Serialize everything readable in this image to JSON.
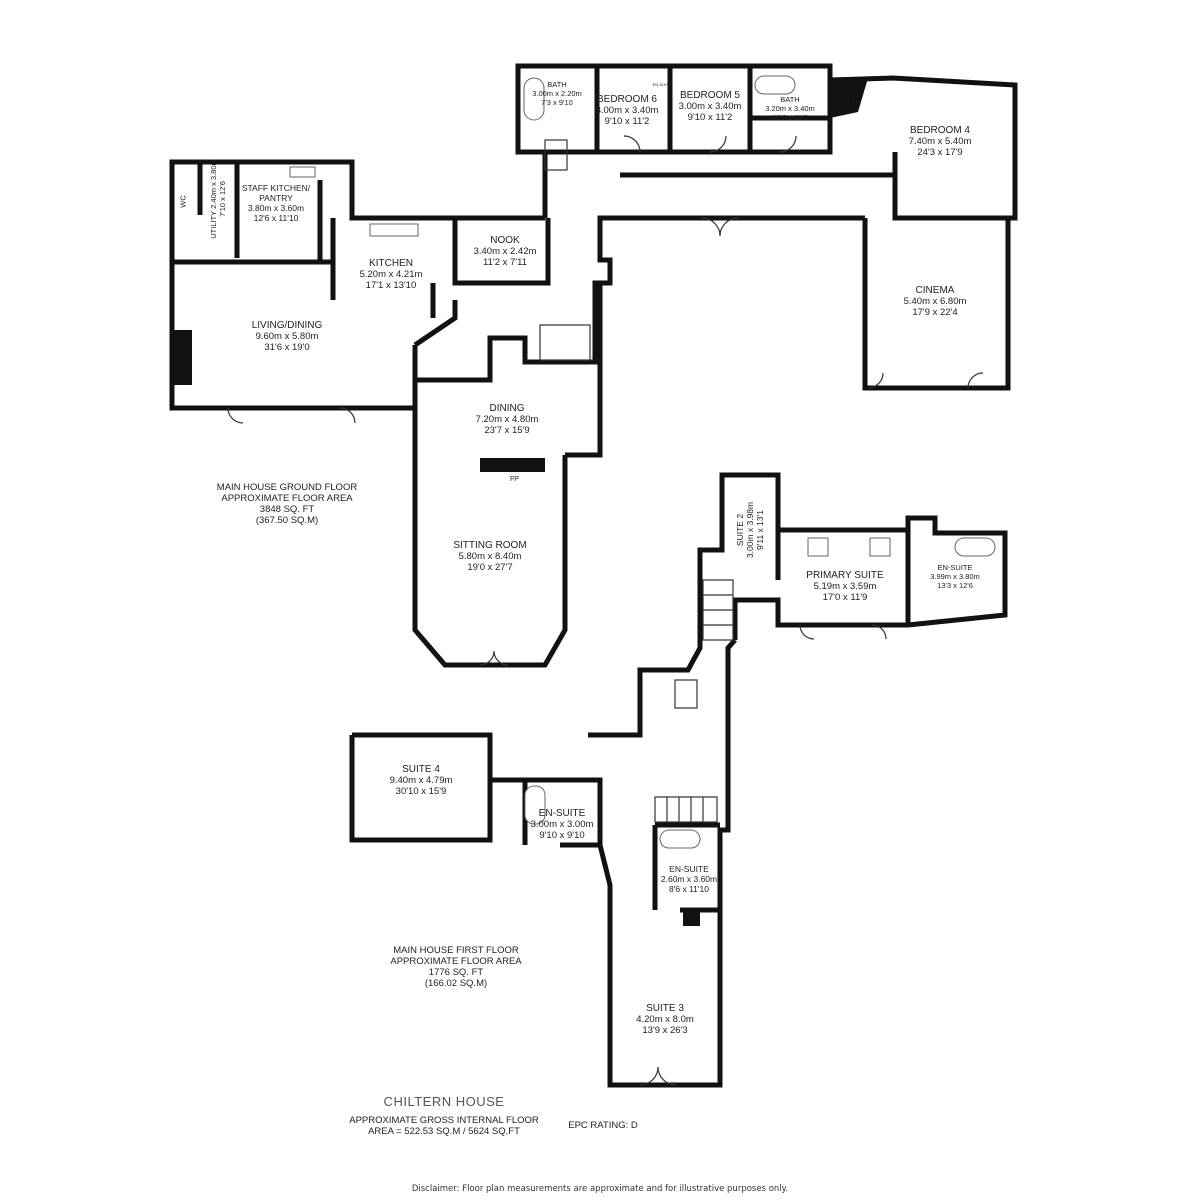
{
  "property_name": "CHILTERN HOUSE",
  "ground_floor": {
    "area_label": [
      "MAIN HOUSE GROUND FLOOR",
      "APPROXIMATE FLOOR AREA",
      "3848 SQ. FT",
      "(367.50 SQ.M)"
    ],
    "rooms": [
      {
        "name": "BATH",
        "metric": "3.00m x 2.20m",
        "imperial": "7'3 x 9'10"
      },
      {
        "name": "BEDROOM 6",
        "metric": "3.00m x 3.40m",
        "imperial": "9'10 x 11'2"
      },
      {
        "name": "EN-SUITE",
        "metric": "",
        "imperial": ""
      },
      {
        "name": "BEDROOM 5",
        "metric": "3.00m x 3.40m",
        "imperial": "9'10 x 11'2"
      },
      {
        "name": "BATH",
        "metric": "3.20m x 3.40m",
        "imperial": "10'6 x 11'2"
      },
      {
        "name": "BEDROOM 4",
        "metric": "7.40m x 5.40m",
        "imperial": "24'3 x 17'9"
      },
      {
        "name": "WC",
        "metric": "",
        "imperial": ""
      },
      {
        "name": "UTILITY",
        "metric": "2.40m x 3.80m",
        "imperial": "7'10 x 12'6"
      },
      {
        "name": "STAFF KITCHEN/ PANTRY",
        "metric": "3.80m x 3.60m",
        "imperial": "12'6 x 11'10"
      },
      {
        "name": "KITCHEN",
        "metric": "5.20m x 4.21m",
        "imperial": "17'1 x 13'10"
      },
      {
        "name": "NOOK",
        "metric": "3.40m x 2.42m",
        "imperial": "11'2 x 7'11"
      },
      {
        "name": "CINEMA",
        "metric": "5.40m x 6.80m",
        "imperial": "17'9 x 22'4"
      },
      {
        "name": "LIVING/DINING",
        "metric": "9.60m x 5.80m",
        "imperial": "31'6 x 19'0"
      },
      {
        "name": "DINING",
        "metric": "7.20m x 4.80m",
        "imperial": "23'7 x 15'9"
      },
      {
        "name": "SITTING ROOM",
        "metric": "5.80m x 8.40m",
        "imperial": "19'0 x 27'7"
      }
    ],
    "fireplace_label": "FP"
  },
  "first_floor": {
    "area_label": [
      "MAIN HOUSE FIRST FLOOR",
      "APPROXIMATE FLOOR AREA",
      "1776 SQ. FT",
      "(166.02 SQ.M)"
    ],
    "rooms": [
      {
        "name": "SUITE 2",
        "metric": "3.00m x 3.98m",
        "imperial": "9'11 x 13'1"
      },
      {
        "name": "PRIMARY SUITE",
        "metric": "5.19m x 3.59m",
        "imperial": "17'0 x 11'9"
      },
      {
        "name": "EN-SUITE",
        "metric": "3.99m x 3.80m",
        "imperial": "13'3 x 12'6"
      },
      {
        "name": "SUITE 4",
        "metric": "9.40m x 4.79m",
        "imperial": "30'10 x 15'9"
      },
      {
        "name": "EN-SUITE",
        "metric": "3.00m x 3.00m",
        "imperial": "9'10 x 9'10"
      },
      {
        "name": "EN-SUITE",
        "metric": "2.60m x 3.60m",
        "imperial": "8'6 x 11'10"
      },
      {
        "name": "SUITE 3",
        "metric": "4.20m x 8.0m",
        "imperial": "13'9 x 26'3"
      }
    ]
  },
  "footer": {
    "gross_area": [
      "APPROXIMATE GROSS INTERNAL FLOOR",
      "AREA = 522.53 SQ.M / 5624 SQ.FT"
    ],
    "epc": "EPC RATING: D",
    "disclaimer": "Disclaimer: Floor plan measurements are approximate and for illustrative purposes only."
  }
}
